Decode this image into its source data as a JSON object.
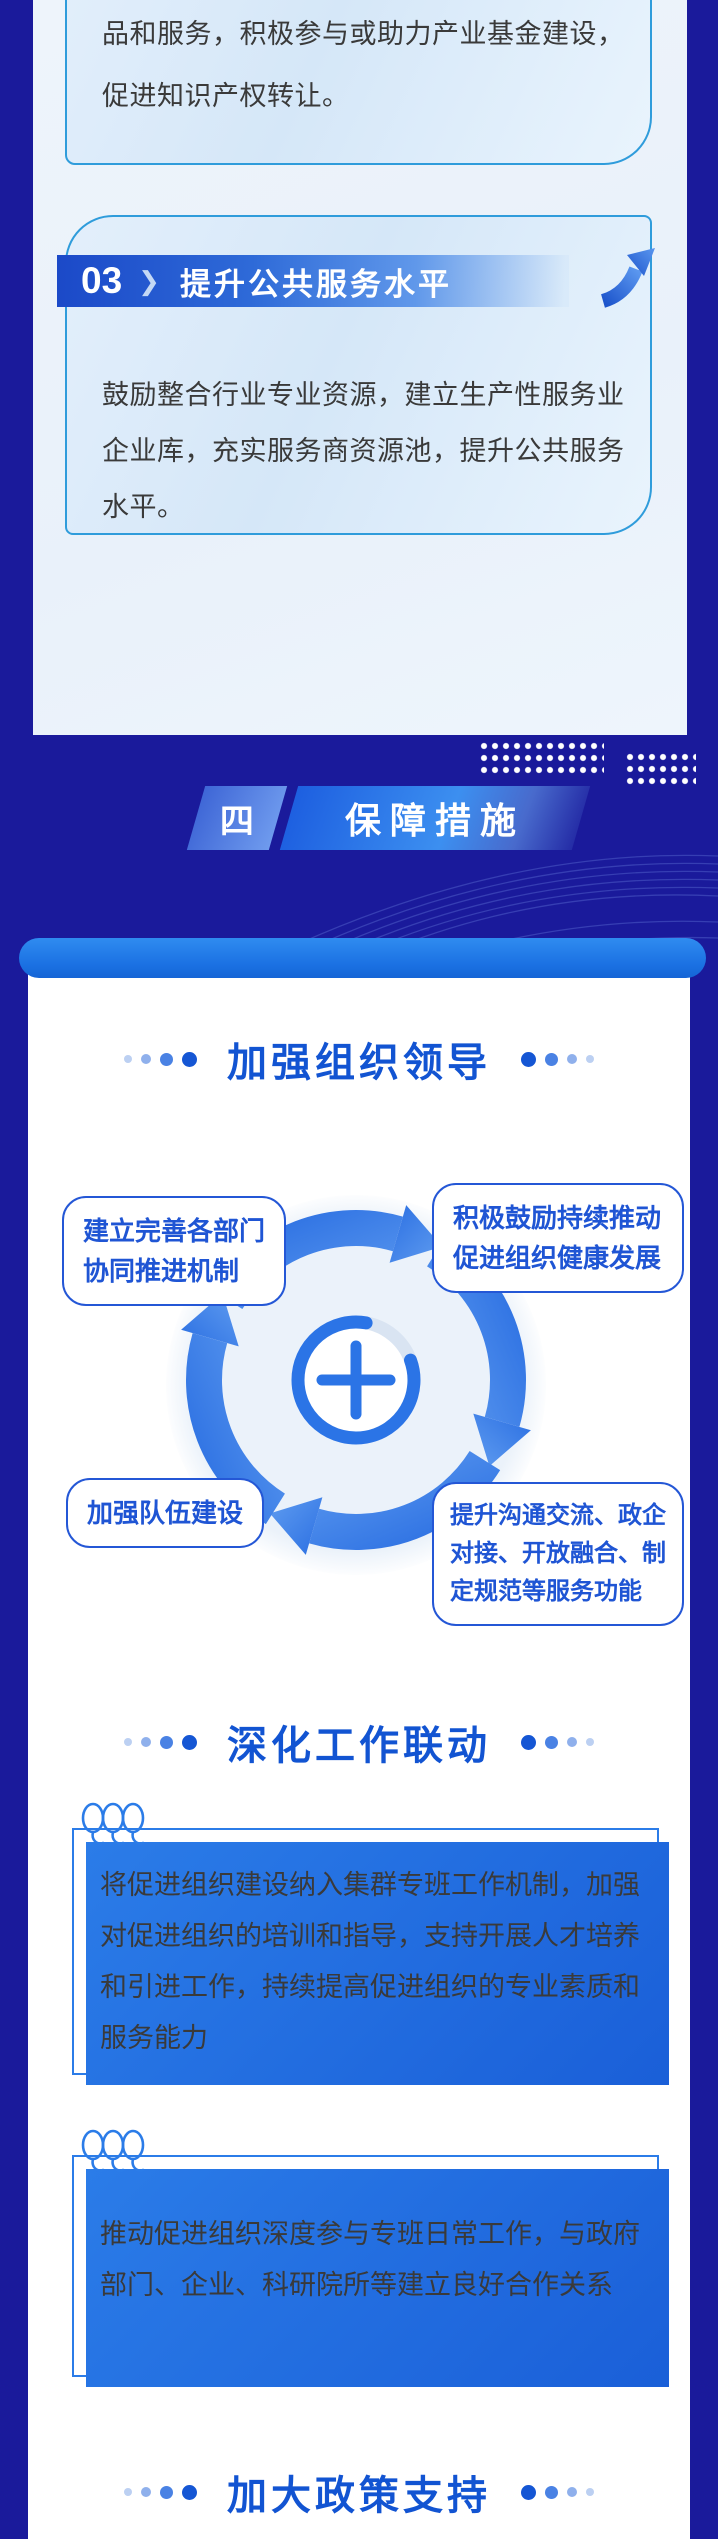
{
  "top_card": {
    "text": "品和服务，积极参与或助力产业基金建设，促进知识产权转让。"
  },
  "section03": {
    "number": "03",
    "title": "提升公共服务水平",
    "body": "鼓励整合行业专业资源，建立生产性服务业企业库，充实服务商资源池，提升公共服务水平。"
  },
  "banner": {
    "number": "四",
    "title": "保障措施"
  },
  "content": {
    "section1": {
      "heading": "加强组织领导",
      "center_icon": "plus",
      "diagram_items": [
        {
          "label": "建立完善各部门协同推进机制"
        },
        {
          "label": "积极鼓励持续推动促进组织健康发展"
        },
        {
          "label": "加强队伍建设"
        },
        {
          "label": "提升沟通交流、政企对接、开放融合、制定规范等服务功能"
        }
      ]
    },
    "section2": {
      "heading": "深化工作联动",
      "quotes": [
        "将促进组织建设纳入集群专班工作机制，加强对促进组织的培训和指导，支持开展人才培养和引进工作，持续提高促进组织的专业素质和服务能力",
        "推动促进组织深度参与专班日常工作，与政府部门、企业、科研院所等建立良好合作关系"
      ]
    },
    "section3": {
      "heading": "加大政策支持"
    }
  },
  "colors": {
    "navy_background": "#1a1a9b",
    "card_border_cyan": "#2f9cdb",
    "accent_blue": "#1a5fd8",
    "heading_blue": "#1254d2",
    "banner_blue": "#1d5fe0",
    "quote_border_blue": "#2b7ce8"
  }
}
